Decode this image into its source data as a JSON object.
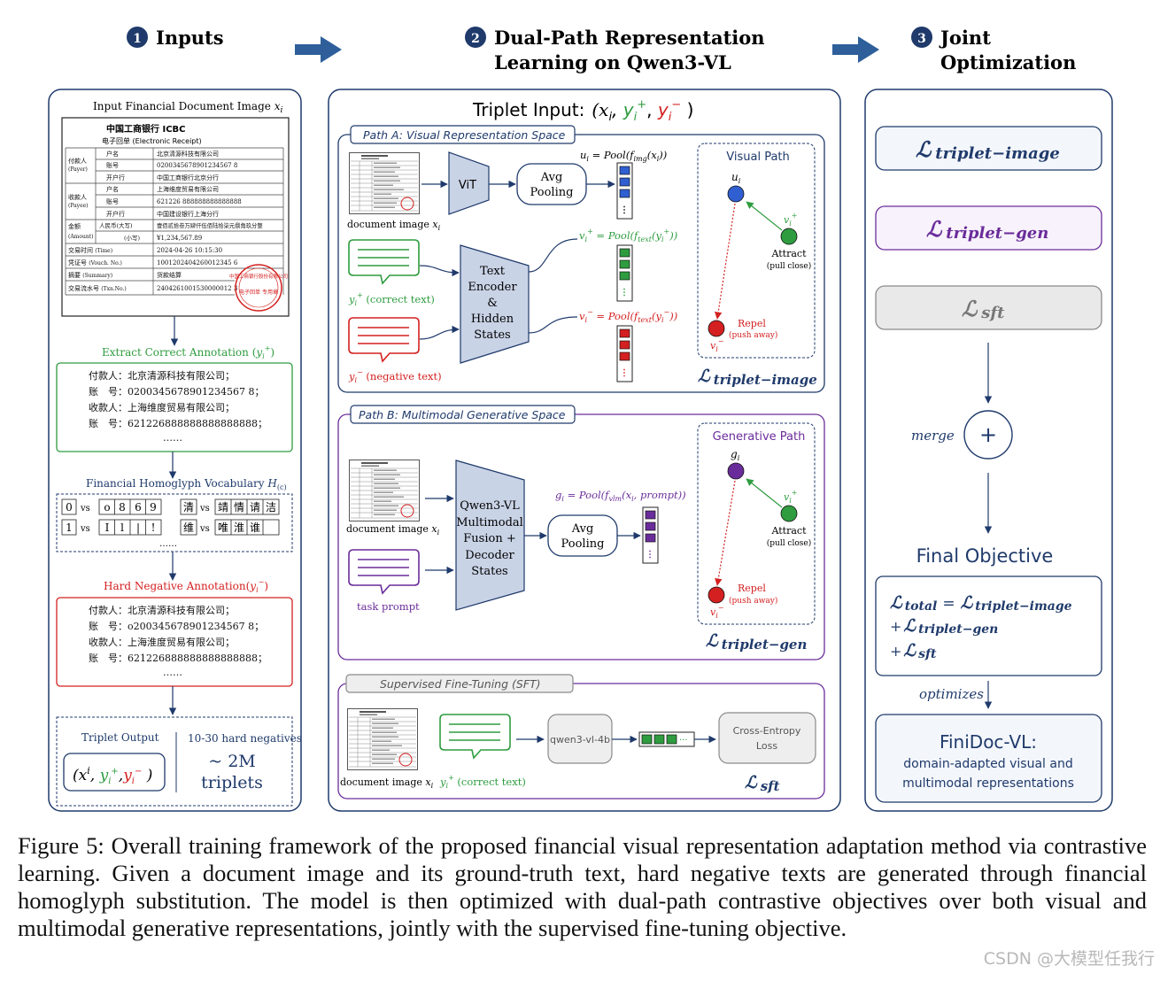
{
  "steps": [
    {
      "num": "1",
      "title_lines": [
        "Inputs"
      ]
    },
    {
      "num": "2",
      "title_lines": [
        "Dual-Path Representation",
        "Learning on Qwen3-VL"
      ]
    },
    {
      "num": "3",
      "title_lines": [
        "Joint",
        "Optimization"
      ]
    }
  ],
  "inputs": {
    "doc_title": "Input Financial Document Image",
    "doc_var": "x",
    "doc_sub": "i",
    "receipt": {
      "bank": "中国工商银行    ICBC",
      "receipt_title": "电子回单 (Electronic Receipt)",
      "rows": [
        {
          "group": "付款人",
          "sub": "(Payer)",
          "field": "户名",
          "value": "北京清源科技有限公司"
        },
        {
          "group": "",
          "sub": "",
          "field": "账号",
          "value": "0200345678901234567 8"
        },
        {
          "group": "",
          "sub": "",
          "field": "开户行",
          "value": "中国工商银行北京分行"
        },
        {
          "group": "收款人",
          "sub": "(Payee)",
          "field": "户名",
          "value": "上海维度贸易有限公司"
        },
        {
          "group": "",
          "sub": "",
          "field": "账号",
          "value": "621226 888888888888888"
        },
        {
          "group": "",
          "sub": "",
          "field": "开户行",
          "value": "中国建设银行上海分行"
        },
        {
          "group": "金额",
          "sub": "(Amount)",
          "field": "人民币(大写)",
          "value": "壹佰贰拾叁万肆仟伍佰陆拾柒元捌角玖分整"
        },
        {
          "group": "",
          "sub": "",
          "field": "(小写)",
          "value": "¥1,234,567.89"
        },
        {
          "group": "交易时间",
          "sub": "(Time)",
          "field": "",
          "value": "2024-04-26 10:15:30"
        },
        {
          "group": "凭证号",
          "sub": "(Vouch. No.)",
          "field": "",
          "value": "1001202404260012345 6"
        },
        {
          "group": "摘要",
          "sub": "(Summary)",
          "field": "",
          "value": "货款结算"
        },
        {
          "group": "交易流水号",
          "sub": "(Txn.No.)",
          "field": "",
          "value": "2404261001530000012 3"
        }
      ],
      "stamp_text": "中国工商银行股份有限公司",
      "stamp_sub": "电子回单 专用章"
    },
    "extract_label": "Extract Correct Annotation",
    "correct_lines": [
      "付款人：北京清源科技有限公司；",
      "账　号：0200345678901234567 8；",
      "收款人：上海维度贸易有限公司；",
      "账　号：621226888888888888888；",
      "……"
    ],
    "vocab_label": "Financial Homoglyph Vocabulary",
    "vocab": {
      "row1_left": "0",
      "row1_left_cands": [
        "o",
        "8",
        "6",
        "9"
      ],
      "row1_right": "清",
      "row1_right_cands": [
        "靖",
        "情",
        "请",
        "洁"
      ],
      "row2_left": "1",
      "row2_left_cands": [
        "I",
        "l",
        "|",
        "!"
      ],
      "row2_right": "维",
      "row2_right_cands": [
        "唯",
        "淮",
        "谁",
        ""
      ],
      "vs": "vs",
      "ellipsis": "……"
    },
    "hard_label": "Hard Negative Annotation",
    "hard_lines": [
      "付款人：北京清源科技有限公司；",
      "账　号：o200345678901234567 8；",
      "收款人：上海淮度贸易有限公司；",
      "账　号：621226888888888888888；",
      "……"
    ],
    "triplet_output_label": "Triplet Output",
    "hard_neg_count": "10-30 hard negatives",
    "triplet_count": "~ 2M",
    "triplets_word": "triplets"
  },
  "middle": {
    "triplet_input": "Triplet Input:",
    "path_a_label": "Path A: Visual Representation Space",
    "path_b_label": "Path B: Multimodal Generative Space",
    "sft_label": "Supervised Fine-Tuning (SFT)",
    "document_image": "document image",
    "vit": "ViT",
    "avg_pooling": [
      "Avg",
      "Pooling"
    ],
    "text_encoder": [
      "Text",
      "Encoder",
      "&",
      "Hidden",
      "States"
    ],
    "correct_text": "(correct text)",
    "negative_text": "(negative text)",
    "visual_path": "Visual Path",
    "generative_path": "Generative Path",
    "attract": "Attract",
    "pull_close": "(pull close)",
    "repel": "Repel",
    "push_away": "(push away)",
    "qwen_block": [
      "Qwen3-VL",
      "Multimodal",
      "Fusion +",
      "Decoder",
      "States"
    ],
    "task_prompt": "task prompt",
    "qwen_model": "qwen3-vl-4b",
    "ce_loss": [
      "Cross-Entropy",
      "Loss"
    ]
  },
  "right": {
    "loss_triplet_image": "triplet−image",
    "loss_triplet_gen": "triplet−gen",
    "loss_sft": "sft",
    "merge": "merge",
    "final_objective": "Final Objective",
    "total": "total",
    "optimizes": "optimizes",
    "finidoc_title": "FiniDoc-VL:",
    "finidoc_desc": [
      "domain-adapted visual and",
      "multimodal representations"
    ]
  },
  "caption": "Figure 5: Overall training framework of the proposed financial visual representation adaptation method via contrastive learning. Given a document image and its ground-truth text, hard negative texts are generated through financial homoglyph substitution. The model is then optimized with dual-path contrastive objectives over both visual and multimodal generative representations, jointly with the supervised fine-tuning objective.",
  "watermark": "CSDN @大模型任我行",
  "colors": {
    "navy": "#1f3a6b",
    "panel_fill": "#f3f6fb",
    "green": "#2e9c3f",
    "red": "#d42020",
    "purple": "#6a2c9a",
    "gray": "#8a8a8a",
    "blue_node": "#2f5fd0"
  }
}
